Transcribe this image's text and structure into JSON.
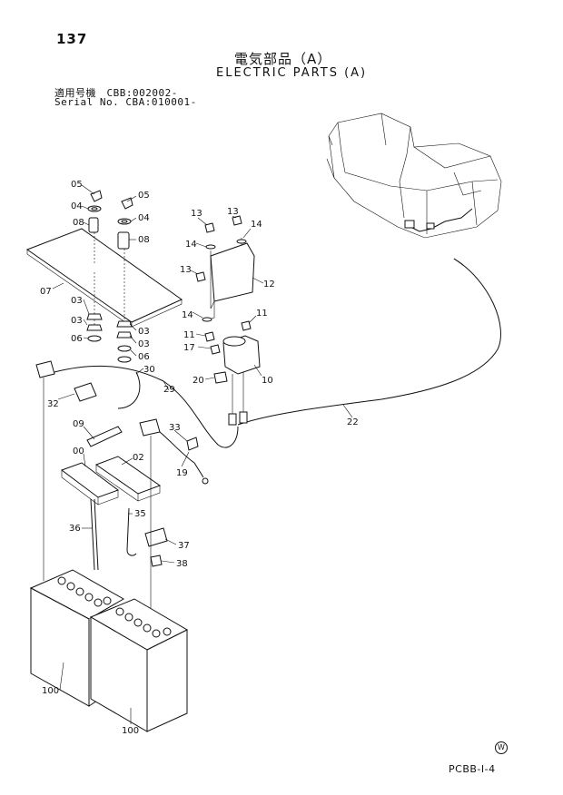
{
  "page_number": "137",
  "title_jp": "電気部品（A）",
  "title_en": "ELECTRIC PARTS (A)",
  "serial_line_1": "適用号機　CBB:002002-",
  "serial_line_2": "Serial No. CBA:010001-",
  "footer_code": "PCBB-I-4",
  "mark": "W",
  "part_labels": [
    "05",
    "05",
    "04",
    "04",
    "08",
    "08",
    "07",
    "03",
    "03",
    "03",
    "03",
    "06",
    "06",
    "13",
    "13",
    "14",
    "14",
    "13",
    "12",
    "14",
    "11",
    "11",
    "17",
    "20",
    "10",
    "30",
    "29",
    "32",
    "22",
    "09",
    "33",
    "02",
    "00",
    "19",
    "35",
    "36",
    "37",
    "38",
    "100",
    "100"
  ]
}
